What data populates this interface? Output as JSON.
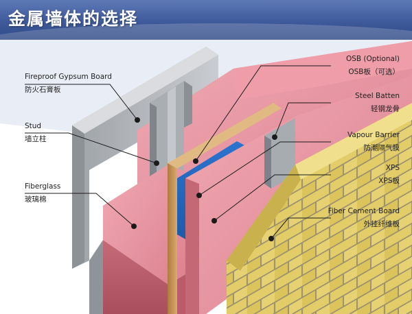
{
  "title": "金属墙体的选择",
  "labels": {
    "gypsum": {
      "en": "Fireproof Gypsum Board",
      "zh": "防火石膏板"
    },
    "stud": {
      "en": "Stud",
      "zh": "墙立柱"
    },
    "fiberglass": {
      "en": "Fiberglass",
      "zh": "玻璃棉"
    },
    "osb": {
      "en": "OSB (Optional)",
      "zh": "OSB板（可选）"
    },
    "batten": {
      "en": "Steel Batten",
      "zh": "轻钢龙骨"
    },
    "vapour": {
      "en": "Vapour Barrier",
      "zh": "防潮隔气膜"
    },
    "xps": {
      "en": "XPS",
      "zh": "XPS板"
    },
    "fcb": {
      "en": "Fiber Cement Board",
      "zh": "外挂纤维板"
    }
  },
  "colors": {
    "header": "#3f5a9a",
    "gypsum": "#c6c9cc",
    "insulation": "#e79aa4",
    "osb": "#c9a06a",
    "vapour": "#2e6fc4",
    "brick": "#e3cd6a"
  }
}
